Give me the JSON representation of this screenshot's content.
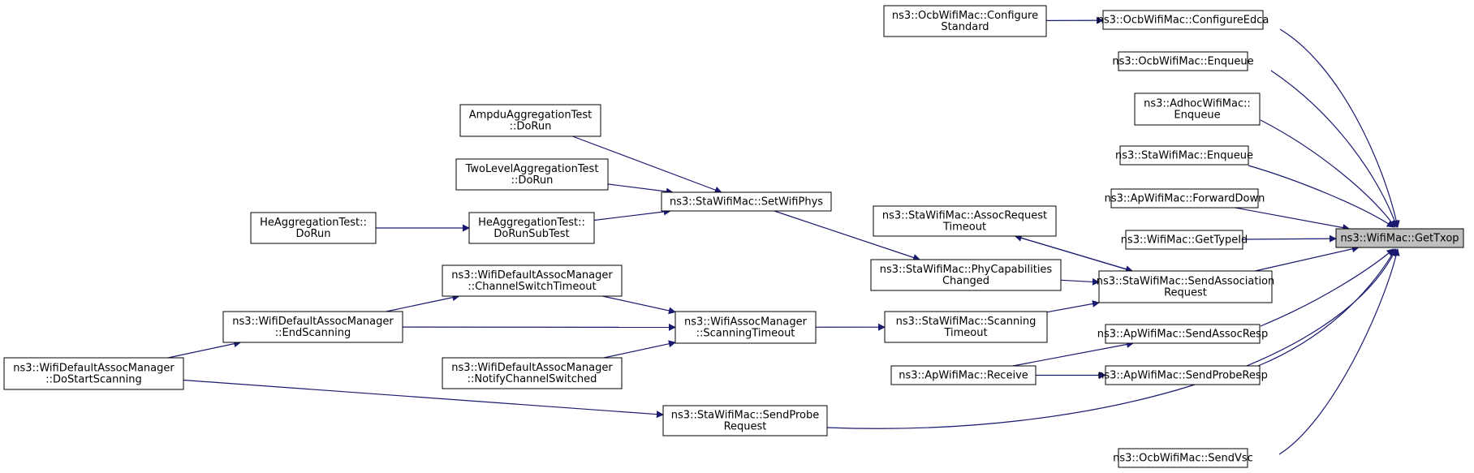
{
  "nodes": [
    {
      "id": "gettxop",
      "lines": [
        "ns3::WifiMac::GetTxop"
      ],
      "highlight": true
    },
    {
      "id": "ocb_confedca",
      "lines": [
        "ns3::OcbWifiMac::ConfigureEdca"
      ]
    },
    {
      "id": "ocb_confstd",
      "lines": [
        "ns3::OcbWifiMac::Configure",
        "Standard"
      ]
    },
    {
      "id": "ocb_enqueue",
      "lines": [
        "ns3::OcbWifiMac::Enqueue"
      ]
    },
    {
      "id": "adhoc_enqueue",
      "lines": [
        "ns3::AdhocWifiMac::",
        "Enqueue"
      ]
    },
    {
      "id": "sta_enqueue",
      "lines": [
        "ns3::StaWifiMac::Enqueue"
      ]
    },
    {
      "id": "ap_forwarddown",
      "lines": [
        "ns3::ApWifiMac::ForwardDown"
      ]
    },
    {
      "id": "wifimac_gettypeid",
      "lines": [
        "ns3::WifiMac::GetTypeId"
      ]
    },
    {
      "id": "sta_sendassoc",
      "lines": [
        "ns3::StaWifiMac::SendAssociation",
        "Request"
      ]
    },
    {
      "id": "ap_sendassocresp",
      "lines": [
        "ns3::ApWifiMac::SendAssocResp"
      ]
    },
    {
      "id": "ap_sendproberesp",
      "lines": [
        "ns3::ApWifiMac::SendProbeResp"
      ]
    },
    {
      "id": "sta_sendprobereq",
      "lines": [
        "ns3::StaWifiMac::SendProbe",
        "Request"
      ]
    },
    {
      "id": "ocb_sendvsc",
      "lines": [
        "ns3::OcbWifiMac::SendVsc"
      ]
    },
    {
      "id": "sta_assocreqtimeout",
      "lines": [
        "ns3::StaWifiMac::AssocRequest",
        "Timeout"
      ]
    },
    {
      "id": "sta_phycap",
      "lines": [
        "ns3::StaWifiMac::PhyCapabilities",
        "Changed"
      ]
    },
    {
      "id": "sta_scantimeout",
      "lines": [
        "ns3::StaWifiMac::Scanning",
        "Timeout"
      ]
    },
    {
      "id": "ap_receive",
      "lines": [
        "ns3::ApWifiMac::Receive"
      ]
    },
    {
      "id": "sta_setwifiphys",
      "lines": [
        "ns3::StaWifiMac::SetWifiPhys"
      ]
    },
    {
      "id": "wam_scantimeout",
      "lines": [
        "ns3::WifiAssocManager",
        "::ScanningTimeout"
      ]
    },
    {
      "id": "ampdu_dorun",
      "lines": [
        "AmpduAggregationTest",
        "::DoRun"
      ]
    },
    {
      "id": "twolevel_dorun",
      "lines": [
        "TwoLevelAggregationTest",
        "::DoRun"
      ]
    },
    {
      "id": "he_dorunsub",
      "lines": [
        "HeAggregationTest::",
        "DoRunSubTest"
      ]
    },
    {
      "id": "he_dorun",
      "lines": [
        "HeAggregationTest::",
        "DoRun"
      ]
    },
    {
      "id": "wdam_chswitchtimeout",
      "lines": [
        "ns3::WifiDefaultAssocManager",
        "::ChannelSwitchTimeout"
      ]
    },
    {
      "id": "wdam_endscanning",
      "lines": [
        "ns3::WifiDefaultAssocManager",
        "::EndScanning"
      ]
    },
    {
      "id": "wdam_notifych",
      "lines": [
        "ns3::WifiDefaultAssocManager",
        "::NotifyChannelSwitched"
      ]
    },
    {
      "id": "wdam_dostartscanning",
      "lines": [
        "ns3::WifiDefaultAssocManager",
        "::DoStartScanning"
      ]
    }
  ],
  "edges": [
    {
      "from": "ocb_confedca",
      "to": "gettxop"
    },
    {
      "from": "ocb_confstd",
      "to": "ocb_confedca"
    },
    {
      "from": "ocb_enqueue",
      "to": "gettxop"
    },
    {
      "from": "adhoc_enqueue",
      "to": "gettxop"
    },
    {
      "from": "sta_enqueue",
      "to": "gettxop"
    },
    {
      "from": "ap_forwarddown",
      "to": "gettxop"
    },
    {
      "from": "wifimac_gettypeid",
      "to": "gettxop"
    },
    {
      "from": "sta_sendassoc",
      "to": "gettxop"
    },
    {
      "from": "ap_sendassocresp",
      "to": "gettxop"
    },
    {
      "from": "ap_sendproberesp",
      "to": "gettxop"
    },
    {
      "from": "sta_sendprobereq",
      "to": "gettxop"
    },
    {
      "from": "ocb_sendvsc",
      "to": "gettxop"
    },
    {
      "from": "sta_sendassoc",
      "to": "sta_assocreqtimeout"
    },
    {
      "from": "sta_assocreqtimeout",
      "to": "sta_sendassoc"
    },
    {
      "from": "sta_phycap",
      "to": "sta_sendassoc"
    },
    {
      "from": "sta_scantimeout",
      "to": "sta_sendassoc"
    },
    {
      "from": "ap_receive",
      "to": "ap_sendassocresp"
    },
    {
      "from": "ap_receive",
      "to": "ap_sendproberesp"
    },
    {
      "from": "sta_setwifiphys",
      "to": "sta_phycap"
    },
    {
      "from": "wam_scantimeout",
      "to": "sta_scantimeout"
    },
    {
      "from": "ampdu_dorun",
      "to": "sta_setwifiphys"
    },
    {
      "from": "twolevel_dorun",
      "to": "sta_setwifiphys"
    },
    {
      "from": "he_dorunsub",
      "to": "sta_setwifiphys"
    },
    {
      "from": "he_dorun",
      "to": "he_dorunsub"
    },
    {
      "from": "wdam_chswitchtimeout",
      "to": "wam_scantimeout"
    },
    {
      "from": "wdam_endscanning",
      "to": "wam_scantimeout"
    },
    {
      "from": "wdam_notifych",
      "to": "wam_scantimeout"
    },
    {
      "from": "wdam_endscanning",
      "to": "wdam_chswitchtimeout"
    },
    {
      "from": "wdam_dostartscanning",
      "to": "wdam_endscanning"
    },
    {
      "from": "wdam_dostartscanning",
      "to": "sta_sendprobereq"
    }
  ]
}
